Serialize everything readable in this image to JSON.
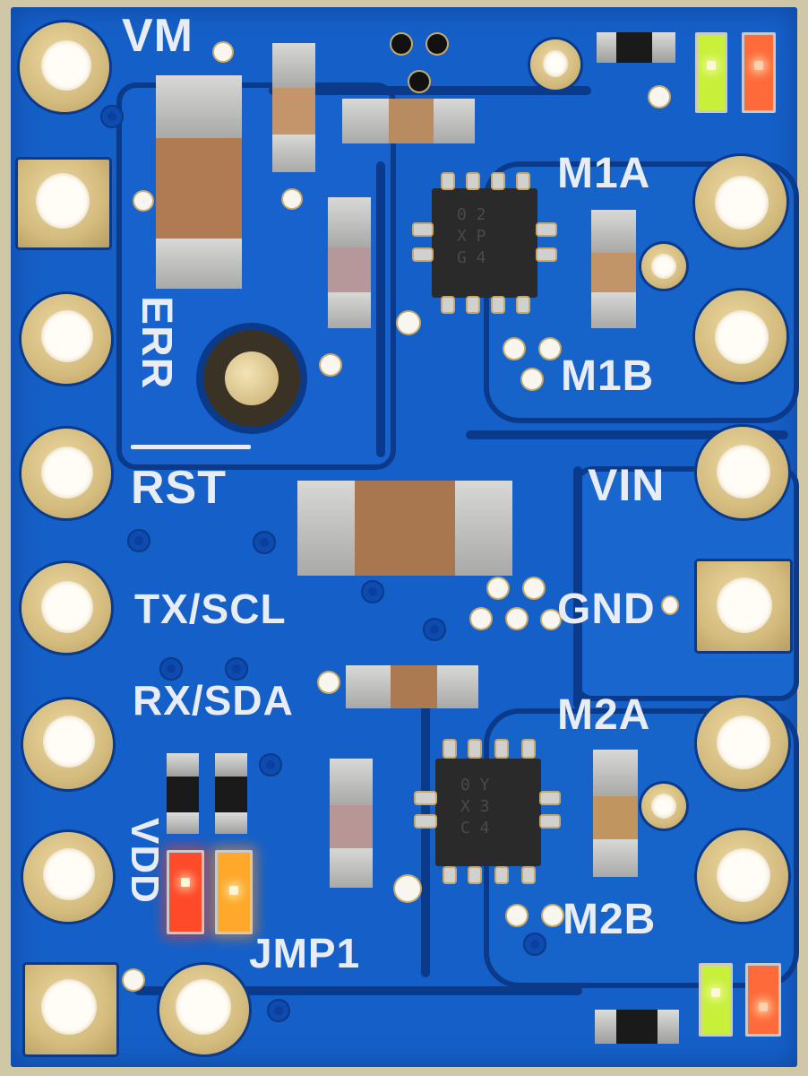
{
  "image": {
    "subject": "Dual motor driver carrier PCB (blue solder mask, gold ENIG pads), top view",
    "background_color": "#d9d4c0",
    "board_color": "#1560c8",
    "trace_color": "#0b3a8a",
    "pad_color": "#d4bb7e",
    "silkscreen_color": "#e8ecf4"
  },
  "silkscreen": {
    "vm": "VM",
    "err": "ERR",
    "rst": "RST",
    "tx_scl": "TX/SCL",
    "rx_sda": "RX/SDA",
    "vdd": "VDD",
    "jmp1": "JMP1",
    "m1a": "M1A",
    "m1b": "M1B",
    "vin": "VIN",
    "gnd": "GND",
    "m2a": "M2A",
    "m2b": "M2B"
  },
  "ic_markings": {
    "top": [
      "0 2",
      "X P",
      "G 4"
    ],
    "bottom": [
      "0 Y",
      "X 3",
      "C 4"
    ]
  },
  "left_header": [
    {
      "label": "VM",
      "shape": "round"
    },
    {
      "label": "GND",
      "shape": "square"
    },
    {
      "label": "ERR",
      "shape": "round"
    },
    {
      "label": "RST",
      "shape": "round"
    },
    {
      "label": "TX/SCL",
      "shape": "round"
    },
    {
      "label": "RX/SDA",
      "shape": "round"
    },
    {
      "label": "VDD",
      "shape": "round"
    },
    {
      "label": "JMP1",
      "shape": "square"
    }
  ],
  "right_header": [
    {
      "label": "M1A",
      "shape": "round"
    },
    {
      "label": "M1B",
      "shape": "round"
    },
    {
      "label": "VIN",
      "shape": "round"
    },
    {
      "label": "GND",
      "shape": "square"
    },
    {
      "label": "M2A",
      "shape": "round"
    },
    {
      "label": "M2B",
      "shape": "round"
    }
  ],
  "leds": [
    {
      "position": "top-right",
      "colors": [
        "#c8f03a",
        "#ff6a3a"
      ]
    },
    {
      "position": "bottom-right",
      "colors": [
        "#c8f03a",
        "#ff6a3a"
      ]
    },
    {
      "position": "left-vdd",
      "colors": [
        "#ff4a2a",
        "#ffb02a"
      ]
    }
  ]
}
